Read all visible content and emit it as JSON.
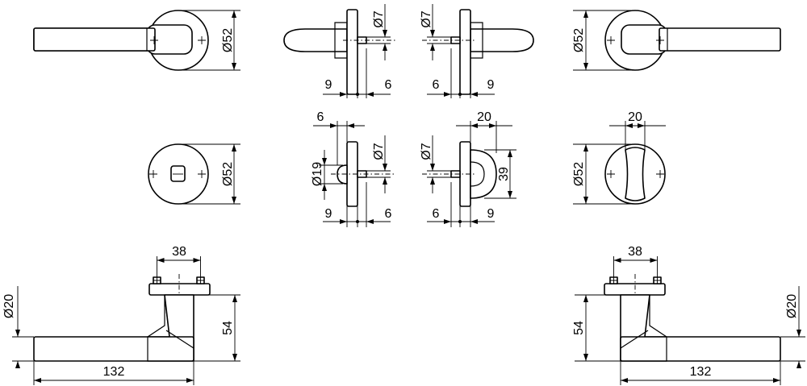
{
  "dims": {
    "d52": "Ø52",
    "d7": "Ø7",
    "d19": "Ø19",
    "n9": "9",
    "n6": "6",
    "n20": "20",
    "n39": "39",
    "n38": "38",
    "n54": "54",
    "d20": "Ø20",
    "n132": "132"
  }
}
